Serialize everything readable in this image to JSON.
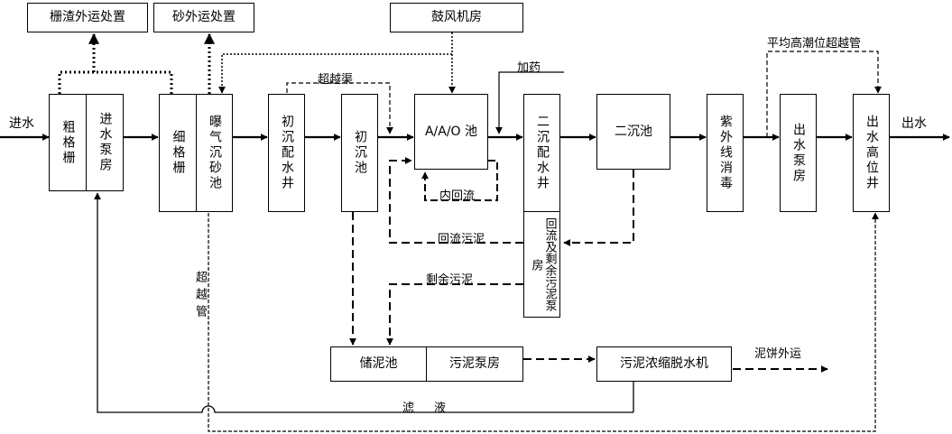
{
  "nodes": {
    "screenings_disposal": "栅渣外运处置",
    "grit_disposal": "砂外运处置",
    "blower_room": "鼓风机房",
    "coarse_screen": "粗格栅",
    "inlet_pump": "进水泵房",
    "fine_screen": "细格栅",
    "aerated_grit": "曝气沉砂池",
    "primary_distribution": "初沉配水井",
    "primary_clarifier": "初沉池",
    "aao_tank": "A/A/O 池",
    "secondary_distribution": "二沉配水井",
    "secondary_clarifier": "二沉池",
    "sludge_pump_room_return": "回流及剩余污泥泵房",
    "uv_disinfection": "紫外线消毒",
    "outlet_pump": "出水泵房",
    "outlet_high_well": "出水高位井",
    "sludge_storage": "储泥池",
    "sludge_pump": "污泥泵房",
    "dewatering": "污泥浓缩脱水机"
  },
  "labels": {
    "inflow": "进水",
    "outflow": "出水",
    "overflow_channel": "超越渠",
    "dosing": "加药",
    "internal_recycle": "内回流",
    "return_sludge": "回流污泥",
    "excess_sludge": "剩余污泥",
    "bypass_pipe": "超越管",
    "filtrate": "滤液",
    "cake_disposal": "泥饼外运",
    "tide_bypass": "平均高潮位超越管"
  }
}
